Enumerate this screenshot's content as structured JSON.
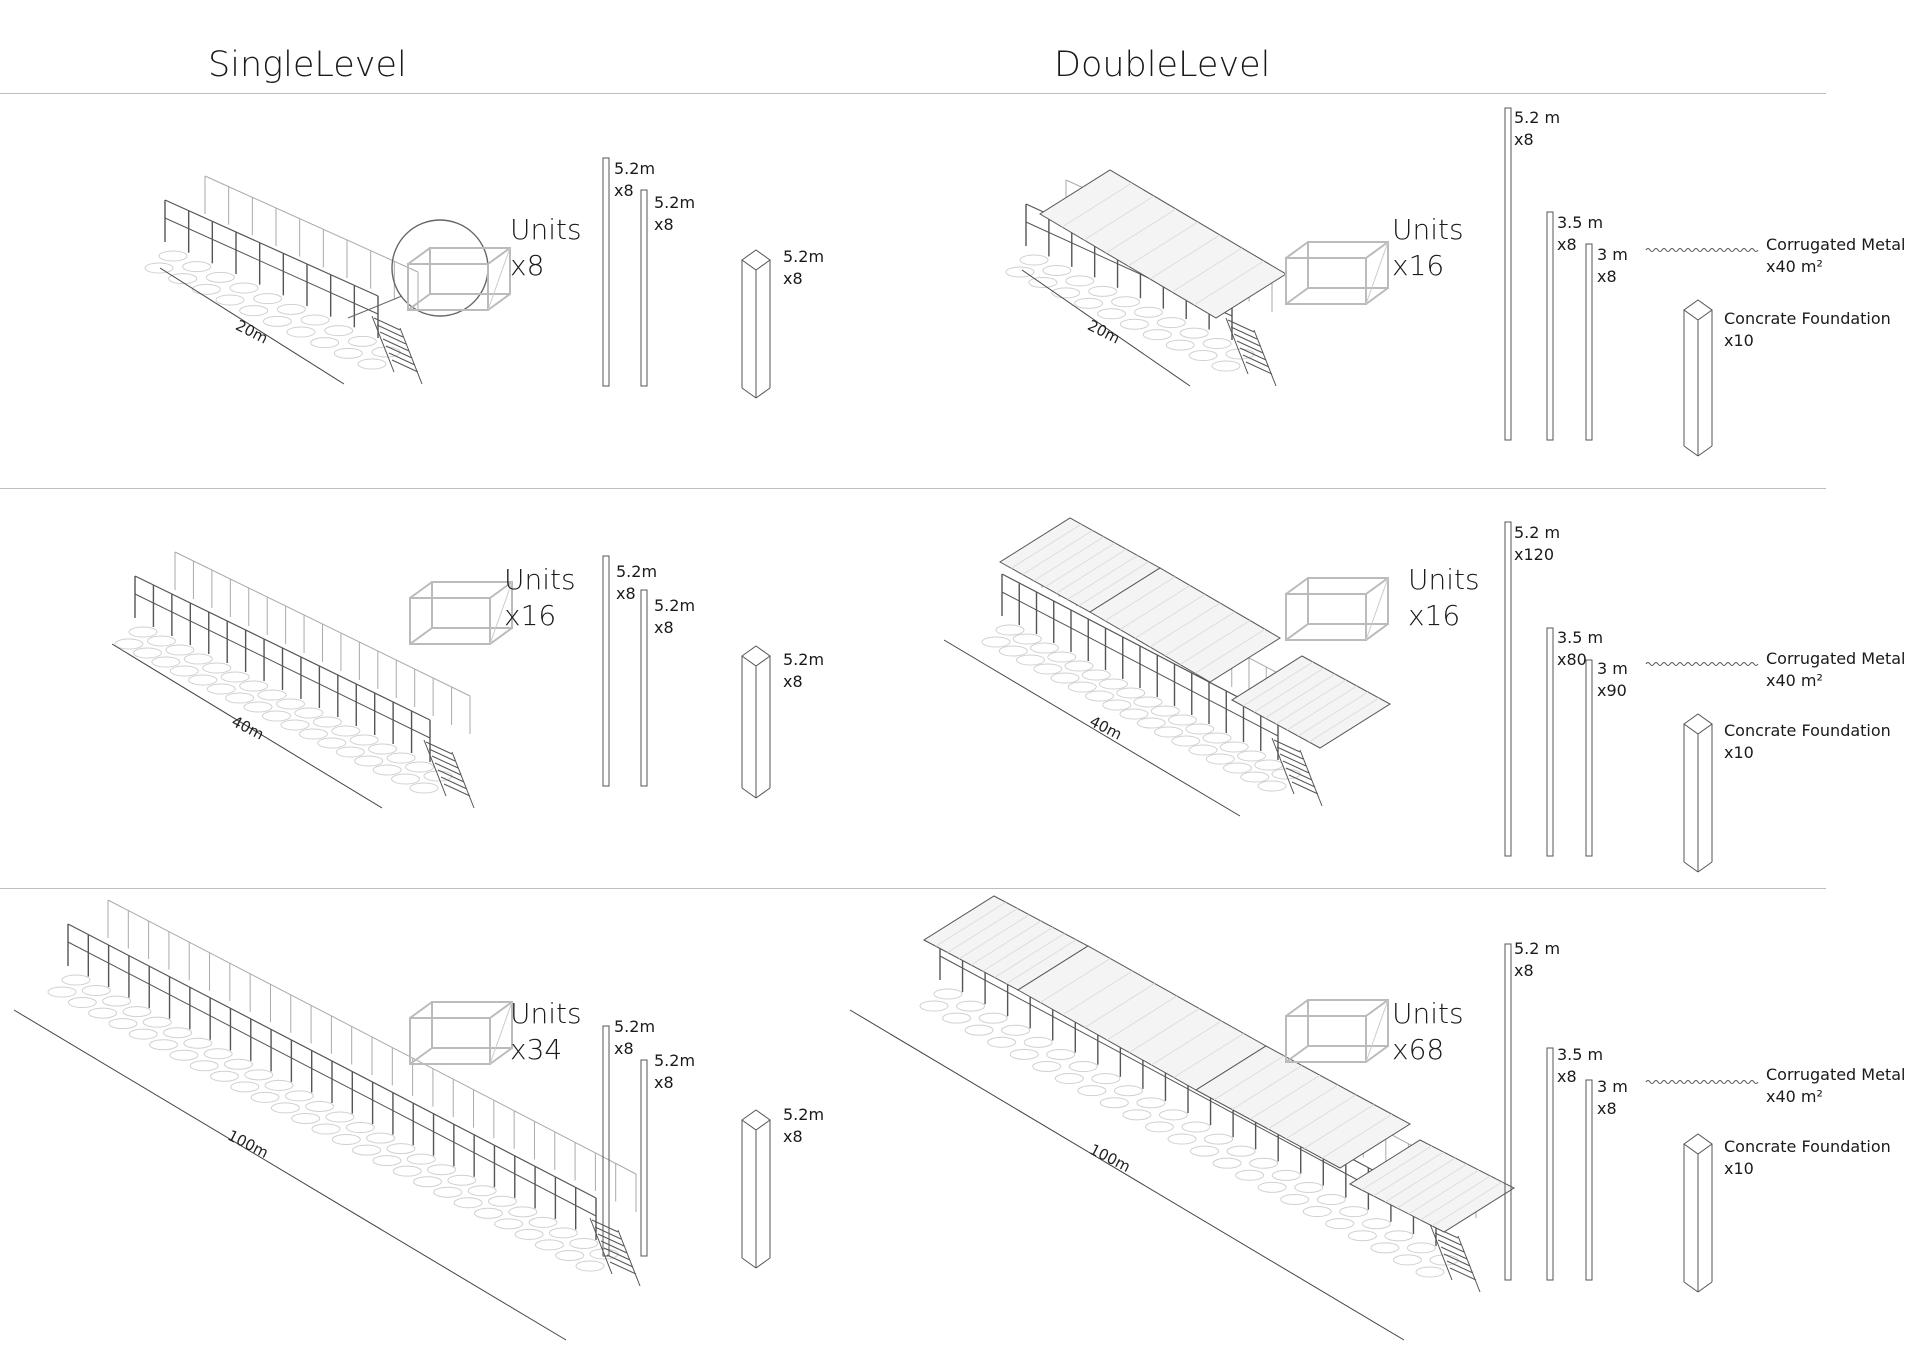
{
  "headers": {
    "single": "SingleLevel",
    "double": "DoubleLevel"
  },
  "rows": [
    {
      "single": {
        "length": "20m",
        "units": {
          "label": "Units",
          "count": "x8"
        },
        "posts": [
          {
            "len": "5.2m",
            "qty": "x8"
          },
          {
            "len": "5.2m",
            "qty": "x8"
          }
        ],
        "foundation": {
          "len": "5.2m",
          "qty": "x8"
        }
      },
      "double": {
        "length": "20m",
        "units": {
          "label": "Units",
          "count": "x16"
        },
        "posts": [
          {
            "len": "5.2 m",
            "qty": "x8"
          },
          {
            "len": "3.5 m",
            "qty": "x8"
          },
          {
            "len": "3 m",
            "qty": "x8"
          }
        ],
        "metal": {
          "name": "Corrugated Metal",
          "qty": "x40 m²"
        },
        "foundation": {
          "name": "Concrate Foundation",
          "qty": "x10"
        }
      }
    },
    {
      "single": {
        "length": "40m",
        "units": {
          "label": "Units",
          "count": "x16"
        },
        "posts": [
          {
            "len": "5.2m",
            "qty": "x8"
          },
          {
            "len": "5.2m",
            "qty": "x8"
          }
        ],
        "foundation": {
          "len": "5.2m",
          "qty": "x8"
        }
      },
      "double": {
        "length": "40m",
        "units": {
          "label": "Units",
          "count": "x16"
        },
        "posts": [
          {
            "len": "5.2 m",
            "qty": "x120"
          },
          {
            "len": "3.5 m",
            "qty": "x80"
          },
          {
            "len": "3 m",
            "qty": "x90"
          }
        ],
        "metal": {
          "name": "Corrugated Metal",
          "qty": "x40 m²"
        },
        "foundation": {
          "name": "Concrate Foundation",
          "qty": "x10"
        }
      }
    },
    {
      "single": {
        "length": "100m",
        "units": {
          "label": "Units",
          "count": "x34"
        },
        "posts": [
          {
            "len": "5.2m",
            "qty": "x8"
          },
          {
            "len": "5.2m",
            "qty": "x8"
          }
        ],
        "foundation": {
          "len": "5.2m",
          "qty": "x8"
        }
      },
      "double": {
        "length": "100m",
        "units": {
          "label": "Units",
          "count": "x68"
        },
        "posts": [
          {
            "len": "5.2 m",
            "qty": "x8"
          },
          {
            "len": "3.5 m",
            "qty": "x8"
          },
          {
            "len": "3 m",
            "qty": "x8"
          }
        ],
        "metal": {
          "name": "Corrugated Metal",
          "qty": "x40 m²"
        },
        "foundation": {
          "name": "Concrate Foundation",
          "qty": "x10"
        }
      }
    }
  ]
}
